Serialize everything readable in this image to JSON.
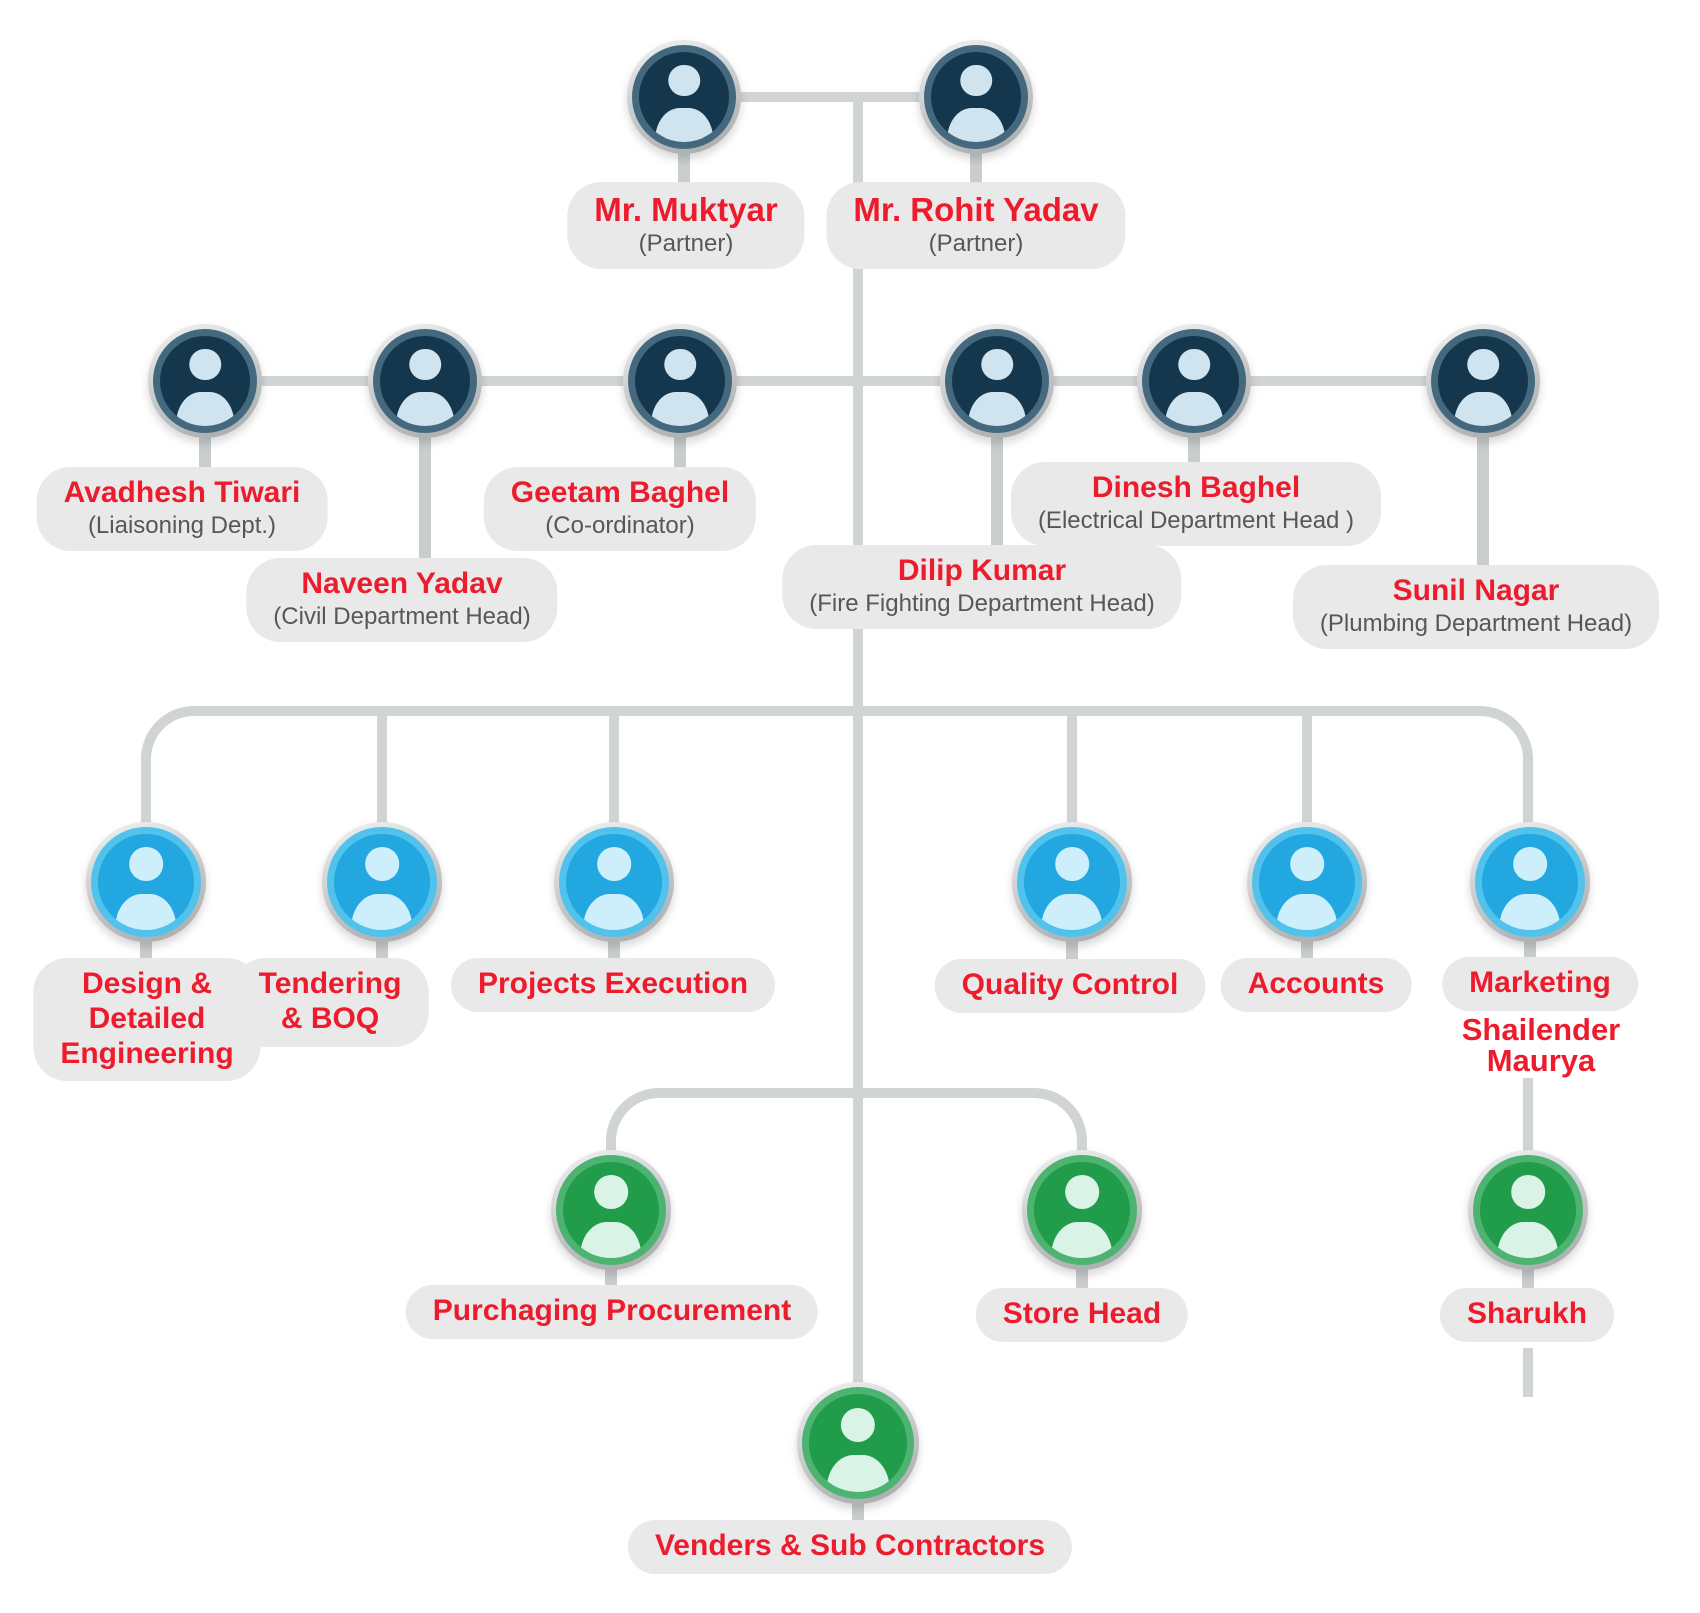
{
  "diagram_type": "organization-chart",
  "colors": {
    "accent_red": "#ed1c2d",
    "subtitle_gray": "#565759",
    "pill_background": "#e9e9ea",
    "connector_gray": "#d0d4d5",
    "tier_partner_head_circle": "#14374e",
    "tier_partner_head_ring": "#44697f",
    "tier_department_circle": "#23a7e0",
    "tier_department_ring": "#50c2ec",
    "tier_sub_circle": "#219c4a",
    "tier_sub_ring": "#4cb371",
    "avatar_outer_ring_silver": "#c3c5c7",
    "person_icon_navy": "#cfe4ef",
    "person_icon_blue": "#cdeefb",
    "person_icon_green": "#d9f3e7"
  },
  "nodes": [
    {
      "id": "muktyar",
      "name": "Mr. Muktyar",
      "subtitle": "(Partner)",
      "tier": "partner"
    },
    {
      "id": "rohit",
      "name": "Mr. Rohit Yadav",
      "subtitle": "(Partner)",
      "tier": "partner"
    },
    {
      "id": "avadhesh",
      "name": "Avadhesh Tiwari",
      "subtitle": "(Liaisoning Dept.)",
      "tier": "head"
    },
    {
      "id": "naveen",
      "name": "Naveen Yadav",
      "subtitle": "(Civil Department Head)",
      "tier": "head"
    },
    {
      "id": "geetam",
      "name": "Geetam Baghel",
      "subtitle": "(Co-ordinator)",
      "tier": "head"
    },
    {
      "id": "dilip",
      "name": "Dilip Kumar",
      "subtitle": "(Fire Fighting Department Head)",
      "tier": "head"
    },
    {
      "id": "dinesh",
      "name": "Dinesh Baghel",
      "subtitle": "(Electrical Department Head )",
      "tier": "head"
    },
    {
      "id": "sunil",
      "name": "Sunil Nagar",
      "subtitle": "(Plumbing Department Head)",
      "tier": "head"
    },
    {
      "id": "design",
      "name": "Design &\nDetailed\nEngineering",
      "subtitle": null,
      "tier": "department"
    },
    {
      "id": "tendering",
      "name": "Tendering\n& BOQ",
      "subtitle": null,
      "tier": "department"
    },
    {
      "id": "projects",
      "name": "Projects Execution",
      "subtitle": null,
      "tier": "department"
    },
    {
      "id": "quality",
      "name": "Quality Control",
      "subtitle": null,
      "tier": "department"
    },
    {
      "id": "accounts",
      "name": "Accounts",
      "subtitle": null,
      "tier": "department"
    },
    {
      "id": "marketing",
      "name": "Marketing",
      "subtitle": null,
      "tier": "department",
      "annotation": "Shailender\nMaurya"
    },
    {
      "id": "purchaging",
      "name": "Purchaging Procurement",
      "subtitle": null,
      "tier": "sub"
    },
    {
      "id": "store",
      "name": "Store Head",
      "subtitle": null,
      "tier": "sub"
    },
    {
      "id": "sharukh",
      "name": "Sharukh",
      "subtitle": null,
      "tier": "sub"
    },
    {
      "id": "venders",
      "name": "Venders & Sub Contractors",
      "subtitle": null,
      "tier": "sub"
    }
  ],
  "edges": [
    [
      "Mr. Muktyar",
      "Mr. Rohit Yadav"
    ],
    [
      "Avadhesh Tiwari",
      "Naveen Yadav"
    ],
    [
      "Naveen Yadav",
      "Geetam Baghel"
    ],
    [
      "Geetam Baghel",
      "Dilip Kumar"
    ],
    [
      "Dilip Kumar",
      "Dinesh Baghel"
    ],
    [
      "Dinesh Baghel",
      "Sunil Nagar"
    ],
    [
      "Partners main line",
      "Design & Detailed Engineering"
    ],
    [
      "Partners main line",
      "Tendering & BOQ"
    ],
    [
      "Partners main line",
      "Projects Execution"
    ],
    [
      "Partners main line",
      "Quality Control"
    ],
    [
      "Partners main line",
      "Accounts"
    ],
    [
      "Partners main line",
      "Marketing"
    ],
    [
      "Partners main line",
      "Purchaging Procurement"
    ],
    [
      "Partners main line",
      "Store Head"
    ],
    [
      "Marketing / Shailender Maurya",
      "Sharukh"
    ],
    [
      "Partners main line",
      "Venders & Sub Contractors"
    ]
  ]
}
